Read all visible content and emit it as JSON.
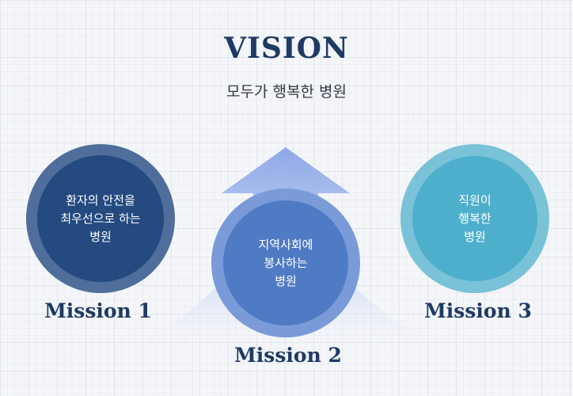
{
  "vision": {
    "title": "VISION",
    "subtitle": "모두가 행복한 병원"
  },
  "missions": [
    {
      "label": "Mission 1",
      "lines": [
        "환자의 안전을",
        "최우선으로 하는",
        "병원"
      ]
    },
    {
      "label": "Mission 2",
      "lines": [
        "지역사회에",
        "봉사하는",
        "병원"
      ]
    },
    {
      "label": "Mission 3",
      "lines": [
        "직원이",
        "행복한",
        "병원"
      ]
    }
  ],
  "colors": {
    "title": "#1f3a63",
    "mission1": "#244a80",
    "mission2": "#4f7bc5",
    "mission3": "#4eafcd",
    "arrow": "#8fa9e6"
  }
}
